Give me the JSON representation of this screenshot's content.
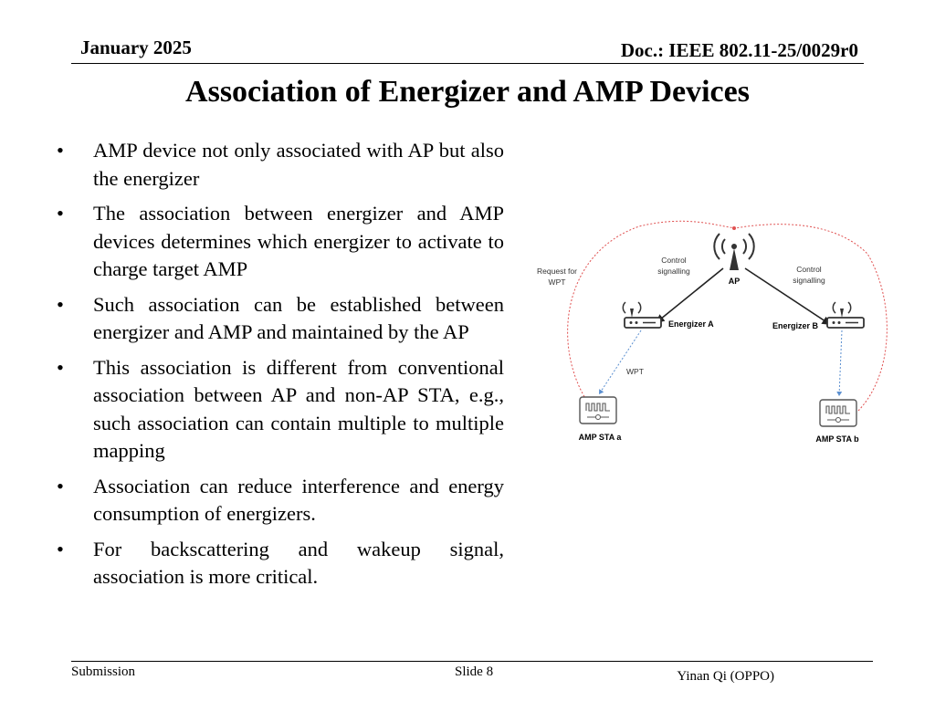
{
  "header": {
    "date": "January 2025",
    "doc_id": "Doc.: IEEE 802.11-25/0029r0"
  },
  "title": "Association of Energizer and AMP Devices",
  "bullets": [
    "AMP device not only associated with AP but also the energizer",
    "The association between energizer and AMP devices determines which energizer to activate to charge target AMP",
    "Such association can be established between energizer and AMP and maintained by the AP",
    "This association is different from conventional association between AP and non-AP STA, e.g., such association can contain multiple to multiple mapping",
    "Association can reduce interference and energy consumption of energizers.",
    "For backscattering and wakeup signal, association is more critical."
  ],
  "bullet_symbol": "•",
  "diagram": {
    "ap_label": "AP",
    "energizer_a_label": "Energizer A",
    "energizer_b_label": "Energizer B",
    "sta_a_label": "AMP STA a",
    "sta_b_label": "AMP STA b",
    "control_signalling_left": [
      "Control",
      "signalling"
    ],
    "control_signalling_right": [
      "Control",
      "signalling"
    ],
    "request_for_wpt": [
      "Request for",
      "WPT"
    ],
    "wpt_label": "WPT",
    "colors": {
      "request_arrow": "#e05050",
      "wpt_arrow": "#5b8fd0",
      "device": "#555555"
    }
  },
  "footer": {
    "left": "Submission",
    "center": "Slide 8",
    "right": "Yinan Qi (OPPO)"
  }
}
